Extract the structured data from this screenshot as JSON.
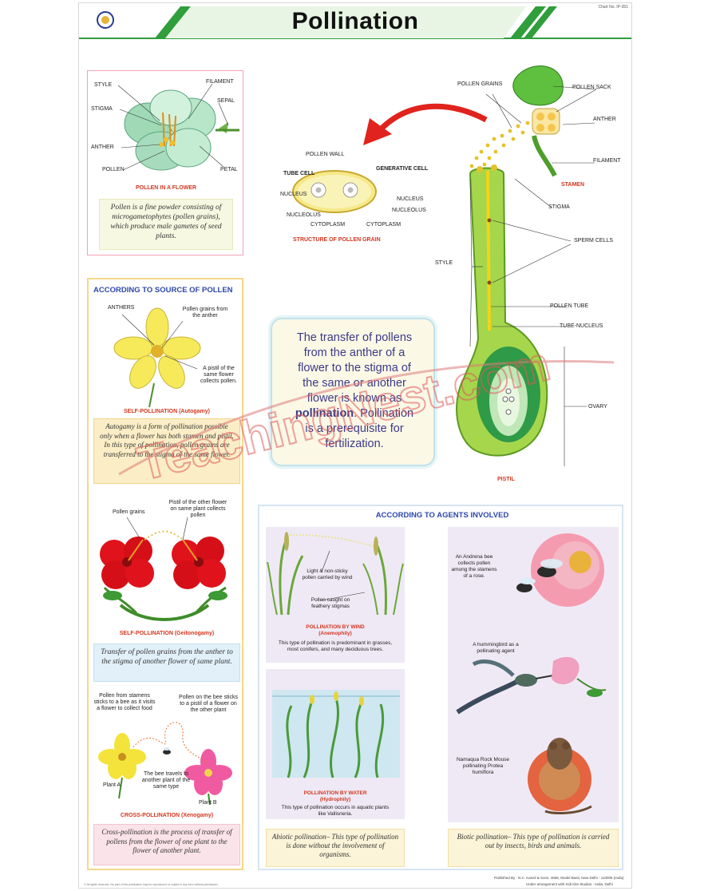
{
  "header": {
    "title": "Pollination",
    "chart_no": "Chart No. IP-351"
  },
  "pollen_flower": {
    "labels": {
      "style": "STYLE",
      "filament": "FILAMENT",
      "stigma": "STIGMA",
      "sepal": "SEPAL",
      "anther": "ANTHER",
      "pollen": "POLLEN",
      "petal": "PETAL"
    },
    "caption": "POLLEN IN A FLOWER",
    "note": "Pollen is a fine powder consisting of microgametophytes (pollen grains), which produce male gametes of seed plants."
  },
  "pollen_grain": {
    "labels": {
      "pollen_wall": "POLLEN WALL",
      "tube_cell": "TUBE CELL",
      "generative_cell": "GENERATIVE CELL",
      "nucleus_left": "NUCLEUS",
      "nucleus_right": "NUCLEUS",
      "nucleolus_left": "NUCLEOLUS",
      "nucleolus_right": "NUCLEOLUS",
      "cytoplasm_left": "CYTOPLASM",
      "cytoplasm_right": "CYTOPLASM"
    },
    "caption": "STRUCTURE OF POLLEN GRAIN"
  },
  "stamen": {
    "labels": {
      "pollen_grains": "POLLEN GRAINS",
      "pollen_sack": "POLLEN SACK",
      "anther": "ANTHER",
      "filament": "FILAMENT"
    },
    "caption": "STAMEN"
  },
  "pistil": {
    "labels": {
      "stigma": "STIGMA",
      "sperm_cells": "SPERM CELLS",
      "style": "STYLE",
      "pollen_tube": "POLLEN TUBE",
      "tube_nucleus": "TUBE-NUCLEUS",
      "ovary": "OVARY"
    },
    "caption": "PISTIL"
  },
  "definition": {
    "line1": "The transfer of pollens",
    "line2": "from the anther of a",
    "line3": "flower to the stigma of",
    "line4": "the same or another",
    "line5": "flower is known as",
    "bold_word": "pollination",
    "line6_rest": ". Pollination",
    "line7": "is a prerequisite for",
    "line8": "fertilization."
  },
  "source_panel": {
    "heading": "ACCORDING TO SOURCE OF POLLEN",
    "autogamy": {
      "labels": {
        "anthers": "ANTHERS",
        "pollen_from": "Pollen grains from the anther",
        "pistil": "A pistil of the same flower collects pollen."
      },
      "caption": "SELF-POLLINATION (Autogamy)",
      "note": "Autogamy is a form of pollination possible only when a flower has both stamen and pistil. In this type of pollination, pollen grains are transferred to the stigma of the same flower."
    },
    "geitonogamy": {
      "labels": {
        "pollen_grains": "Pollen grains",
        "pistil_other": "Pistil of the other flower on same plant collects pollen"
      },
      "caption": "SELF-POLLINATION (Geitonogamy)",
      "note": "Transfer of pollen grains from the anther to the stigma of another flower of same plant."
    },
    "xenogamy": {
      "labels": {
        "from_stamens": "Pollen from stamens sticks to a bee as it visits a flower to collect food",
        "on_bee": "Pollen on the bee sticks to a pistil of a flower on the other plant",
        "bee_travels": "The bee travels to another plant of the same type",
        "plant_a": "Plant A",
        "plant_b": "Plant B"
      },
      "caption": "CROSS-POLLINATION (Xenogamy)",
      "note": "Cross-pollination is the process of transfer of pollens from the flower of one plant to the flower of another plant."
    }
  },
  "agents_panel": {
    "heading": "ACCORDING TO AGENTS INVOLVED",
    "wind": {
      "labels": {
        "light": "Light & non-sticky pollen carried by wind",
        "caught": "Pollen caught on feathery stigmas"
      },
      "caption_line1": "POLLINATION BY WIND",
      "caption_line2": "(Anemophily)",
      "desc": "This type of pollination is predominant in grasses, most conifers, and many deciduous trees."
    },
    "water": {
      "caption_line1": "POLLINATION BY WATER",
      "caption_line2": "(Hydrophily)",
      "desc": "This type of pollination occurs in aquatic plants like Vallisneria."
    },
    "bee": {
      "label": "An Andrena bee collects pollen among the stamens of a rose."
    },
    "hummingbird": {
      "label": "A hummingbird as a pollinating agent"
    },
    "mouse": {
      "label": "Namaqua Rock Mouse pollinating Protea humiflora"
    },
    "abiotic_note": "Abiotic pollination– This type of pollination is done without the involvement of organisms.",
    "biotic_note": "Biotic pollination– This type of pollination is carried out by insects, birds and animals."
  },
  "watermark": {
    "text": "TeachingNest.com"
  },
  "footer": {
    "publisher": "Published By : N.C. Kansil & Sons, 4668, Model Basti, New Delhi - 110005 (India)",
    "arranged": "Under arrangement with Kidi Kite Studios - India, Delhi",
    "copyright": "© All rights reserved. No part of this publication may be reproduced or copied in any form without permission."
  },
  "colors": {
    "title_green": "#2f9e3b",
    "caption_red": "#d3361f",
    "heading_blue": "#2d48a8",
    "pistil_green": "#9ccc42",
    "note_bg": "#fbf5d8"
  }
}
